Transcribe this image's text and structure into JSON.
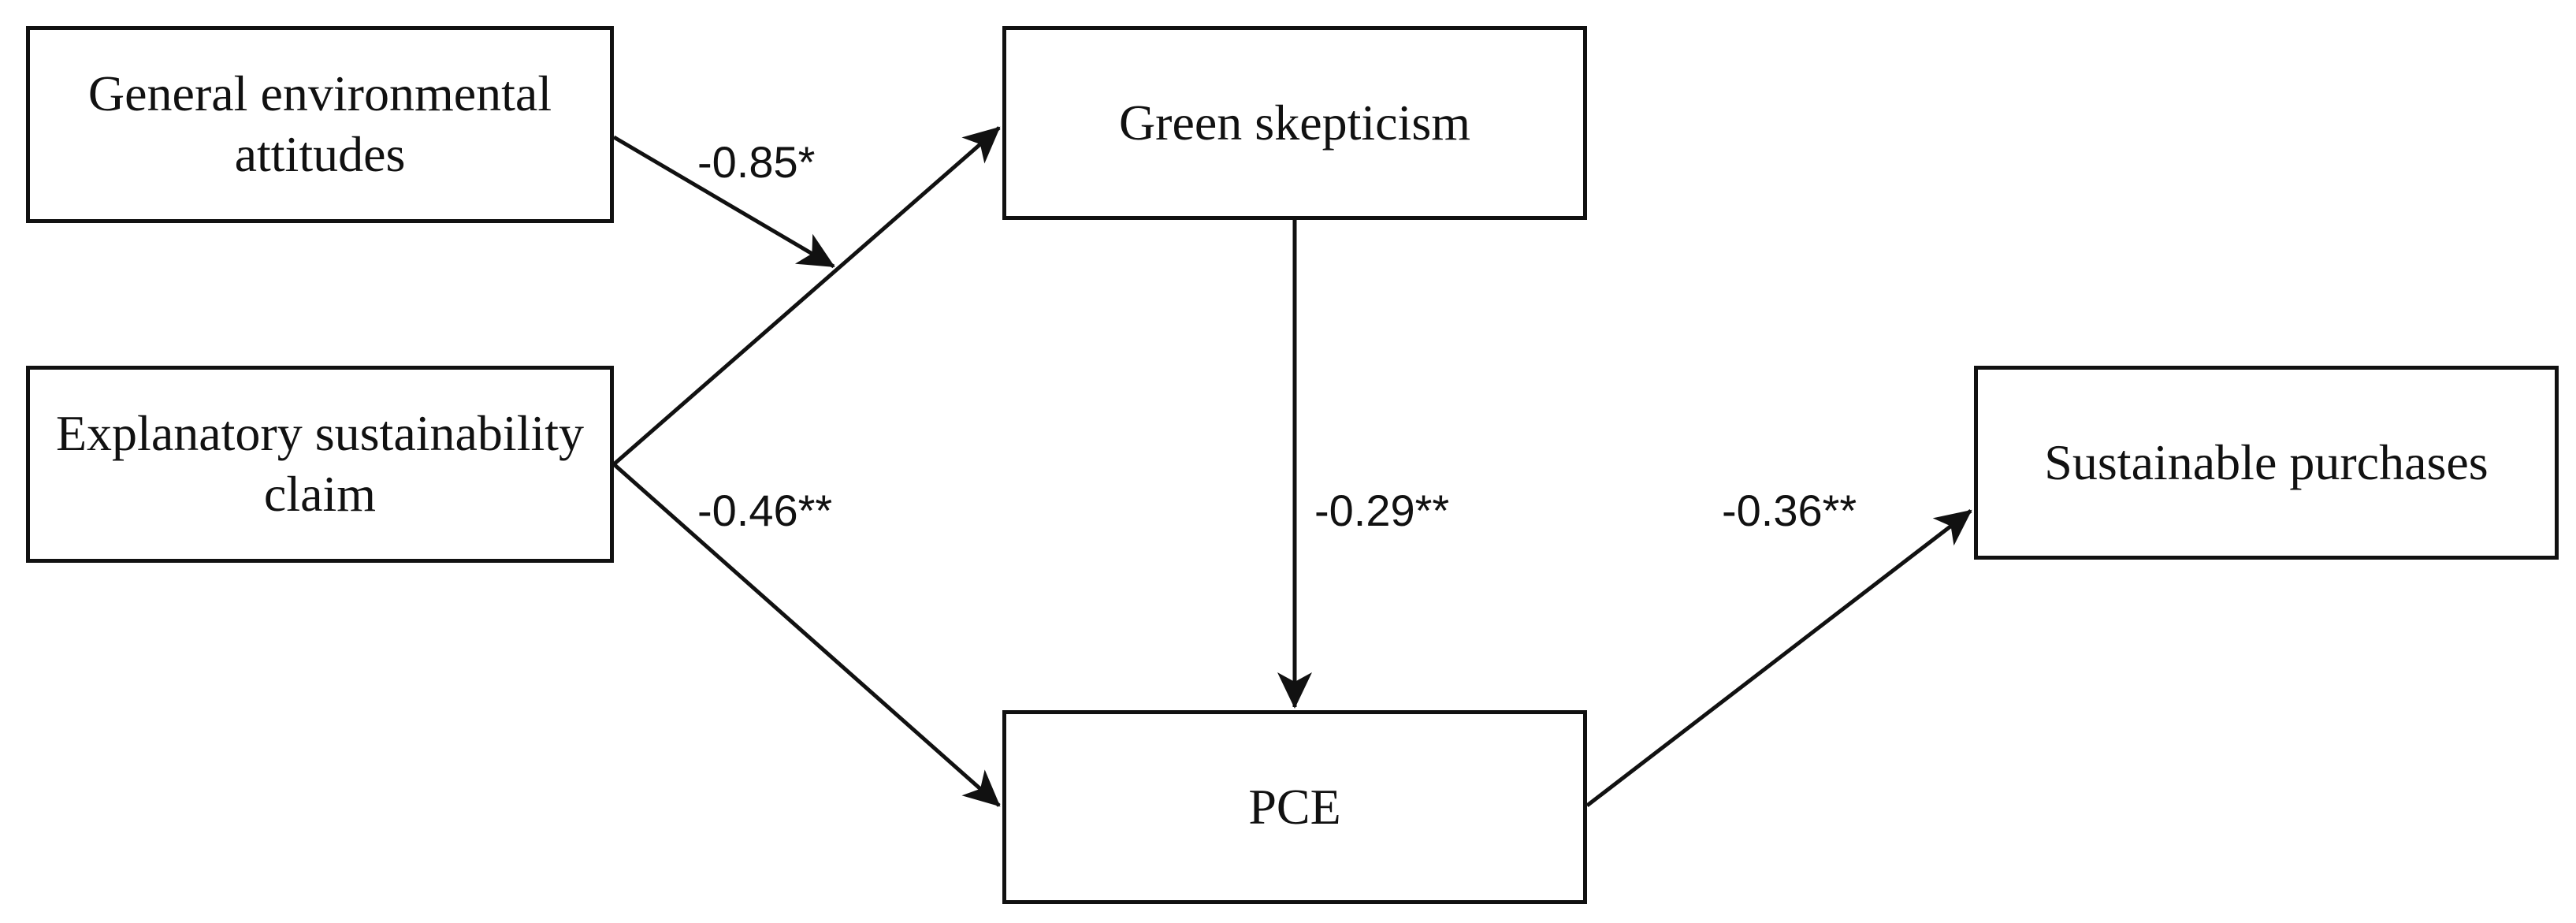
{
  "nodes": {
    "general_attitudes": "General environmental attitudes",
    "explanatory_claim": "Explanatory sustainability claim",
    "green_skepticism": "Green skepticism",
    "pce": "PCE",
    "sustainable_purchases": "Sustainable purchases"
  },
  "paths": {
    "moderation": "-0.85*",
    "claim_to_pce": "-0.46**",
    "skepticism_to_pce": "-0.29**",
    "pce_to_purchases": "-0.36**"
  },
  "colors": {
    "stroke": "#111111",
    "background": "#ffffff"
  }
}
